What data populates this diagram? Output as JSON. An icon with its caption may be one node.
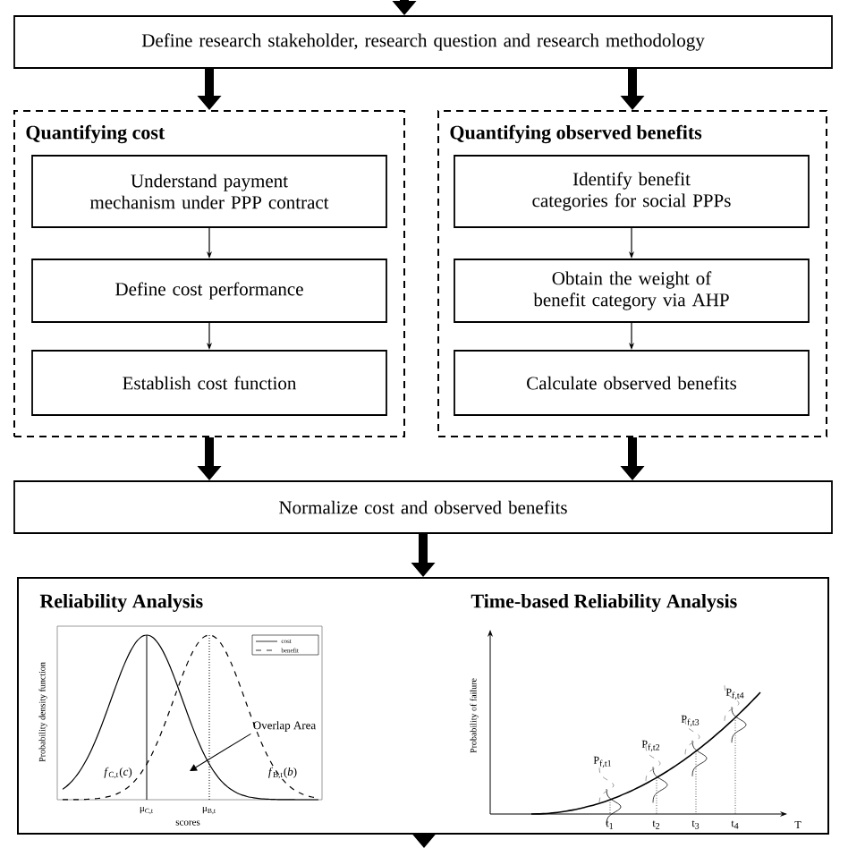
{
  "diagram": {
    "nodes": [
      {
        "text": [
          "Define research stakeholder, research question and research methodology"
        ]
      },
      {
        "text": [
          "Quantifying cost"
        ]
      },
      {
        "text": [
          "Understand payment mechanism under PPP contract"
        ],
        "in": 1
      },
      {
        "text": [
          "Define cost performance"
        ],
        "in": 1
      },
      {
        "text": [
          "Establish cost function"
        ],
        "in": 1
      },
      {
        "text": [
          "Quantifying observed benefits"
        ]
      },
      {
        "text": [
          "Identify benefit categories for social PPPs"
        ],
        "in": 5
      },
      {
        "text": [
          "Obtain the weight of benefit category via AHP"
        ],
        "in": 5
      },
      {
        "text": [
          "Calculate observed benefits"
        ],
        "in": 5
      },
      {
        "text": [
          "Normalize cost and observed benefits"
        ]
      },
      {
        "text": [
          "Reliability Analysis",
          "Time-based Reliability Analysis"
        ]
      },
      {
        "text": [
          "Overlap Area"
        ],
        "in": 10
      }
    ],
    "edges": [
      {
        "from": null,
        "to": 0,
        "arrow": "to"
      },
      {
        "from": 0,
        "to": 1,
        "arrow": "to"
      },
      {
        "from": 0,
        "to": 5,
        "arrow": "to"
      },
      {
        "from": 2,
        "to": 3,
        "arrow": "to"
      },
      {
        "from": 3,
        "to": 4,
        "arrow": "to"
      },
      {
        "from": 6,
        "to": 7,
        "arrow": "to"
      },
      {
        "from": 7,
        "to": 8,
        "arrow": "to"
      },
      {
        "from": 1,
        "to": 9,
        "arrow": "to"
      },
      {
        "from": 5,
        "to": 9,
        "arrow": "to"
      },
      {
        "from": 9,
        "to": 10,
        "arrow": "to"
      },
      {
        "from": 10,
        "to": null,
        "arrow": "to"
      },
      {
        "from": 11,
        "to": null,
        "arrow": "to"
      }
    ],
    "labels": [
      "Probability density function",
      "*f*$_{C,t}$(*c*)",
      "*f*$_{B,t}$(*b*)",
      "μ$_{C,t}$",
      "μ$_{B,t}$",
      "scores",
      "Probability of failure",
      "P$_{f,t1}$",
      "P$_{f,t2}$",
      "P$_{f,t3}$",
      "P$_{f,t4}$",
      "t$_{1}$",
      "t$_{2}$",
      "t$_{3}$",
      "t$_{4}$",
      "T"
    ],
    "legend": [
      {
        "text": "cost"
      },
      {
        "text": "benefit"
      }
    ]
  }
}
